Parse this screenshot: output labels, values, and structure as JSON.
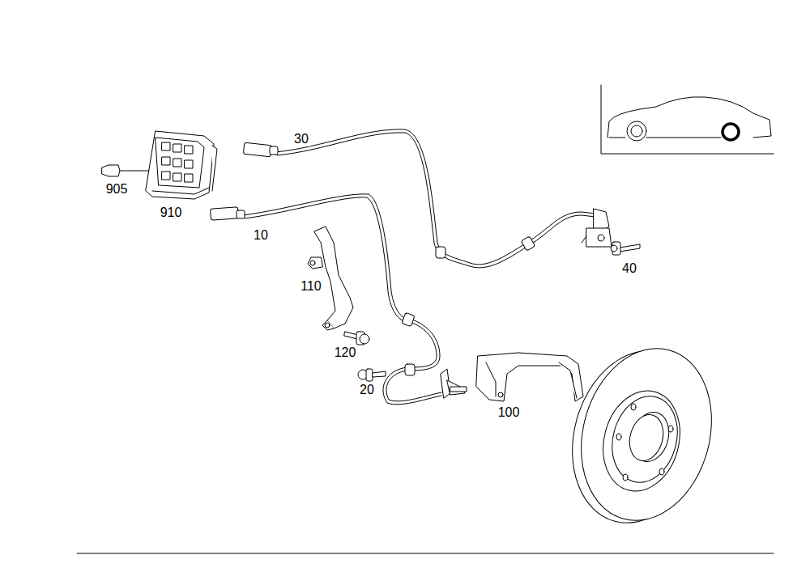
{
  "diagram": {
    "labels": [
      "30",
      "905",
      "910",
      "10",
      "110",
      "40",
      "120",
      "20",
      "100"
    ]
  }
}
